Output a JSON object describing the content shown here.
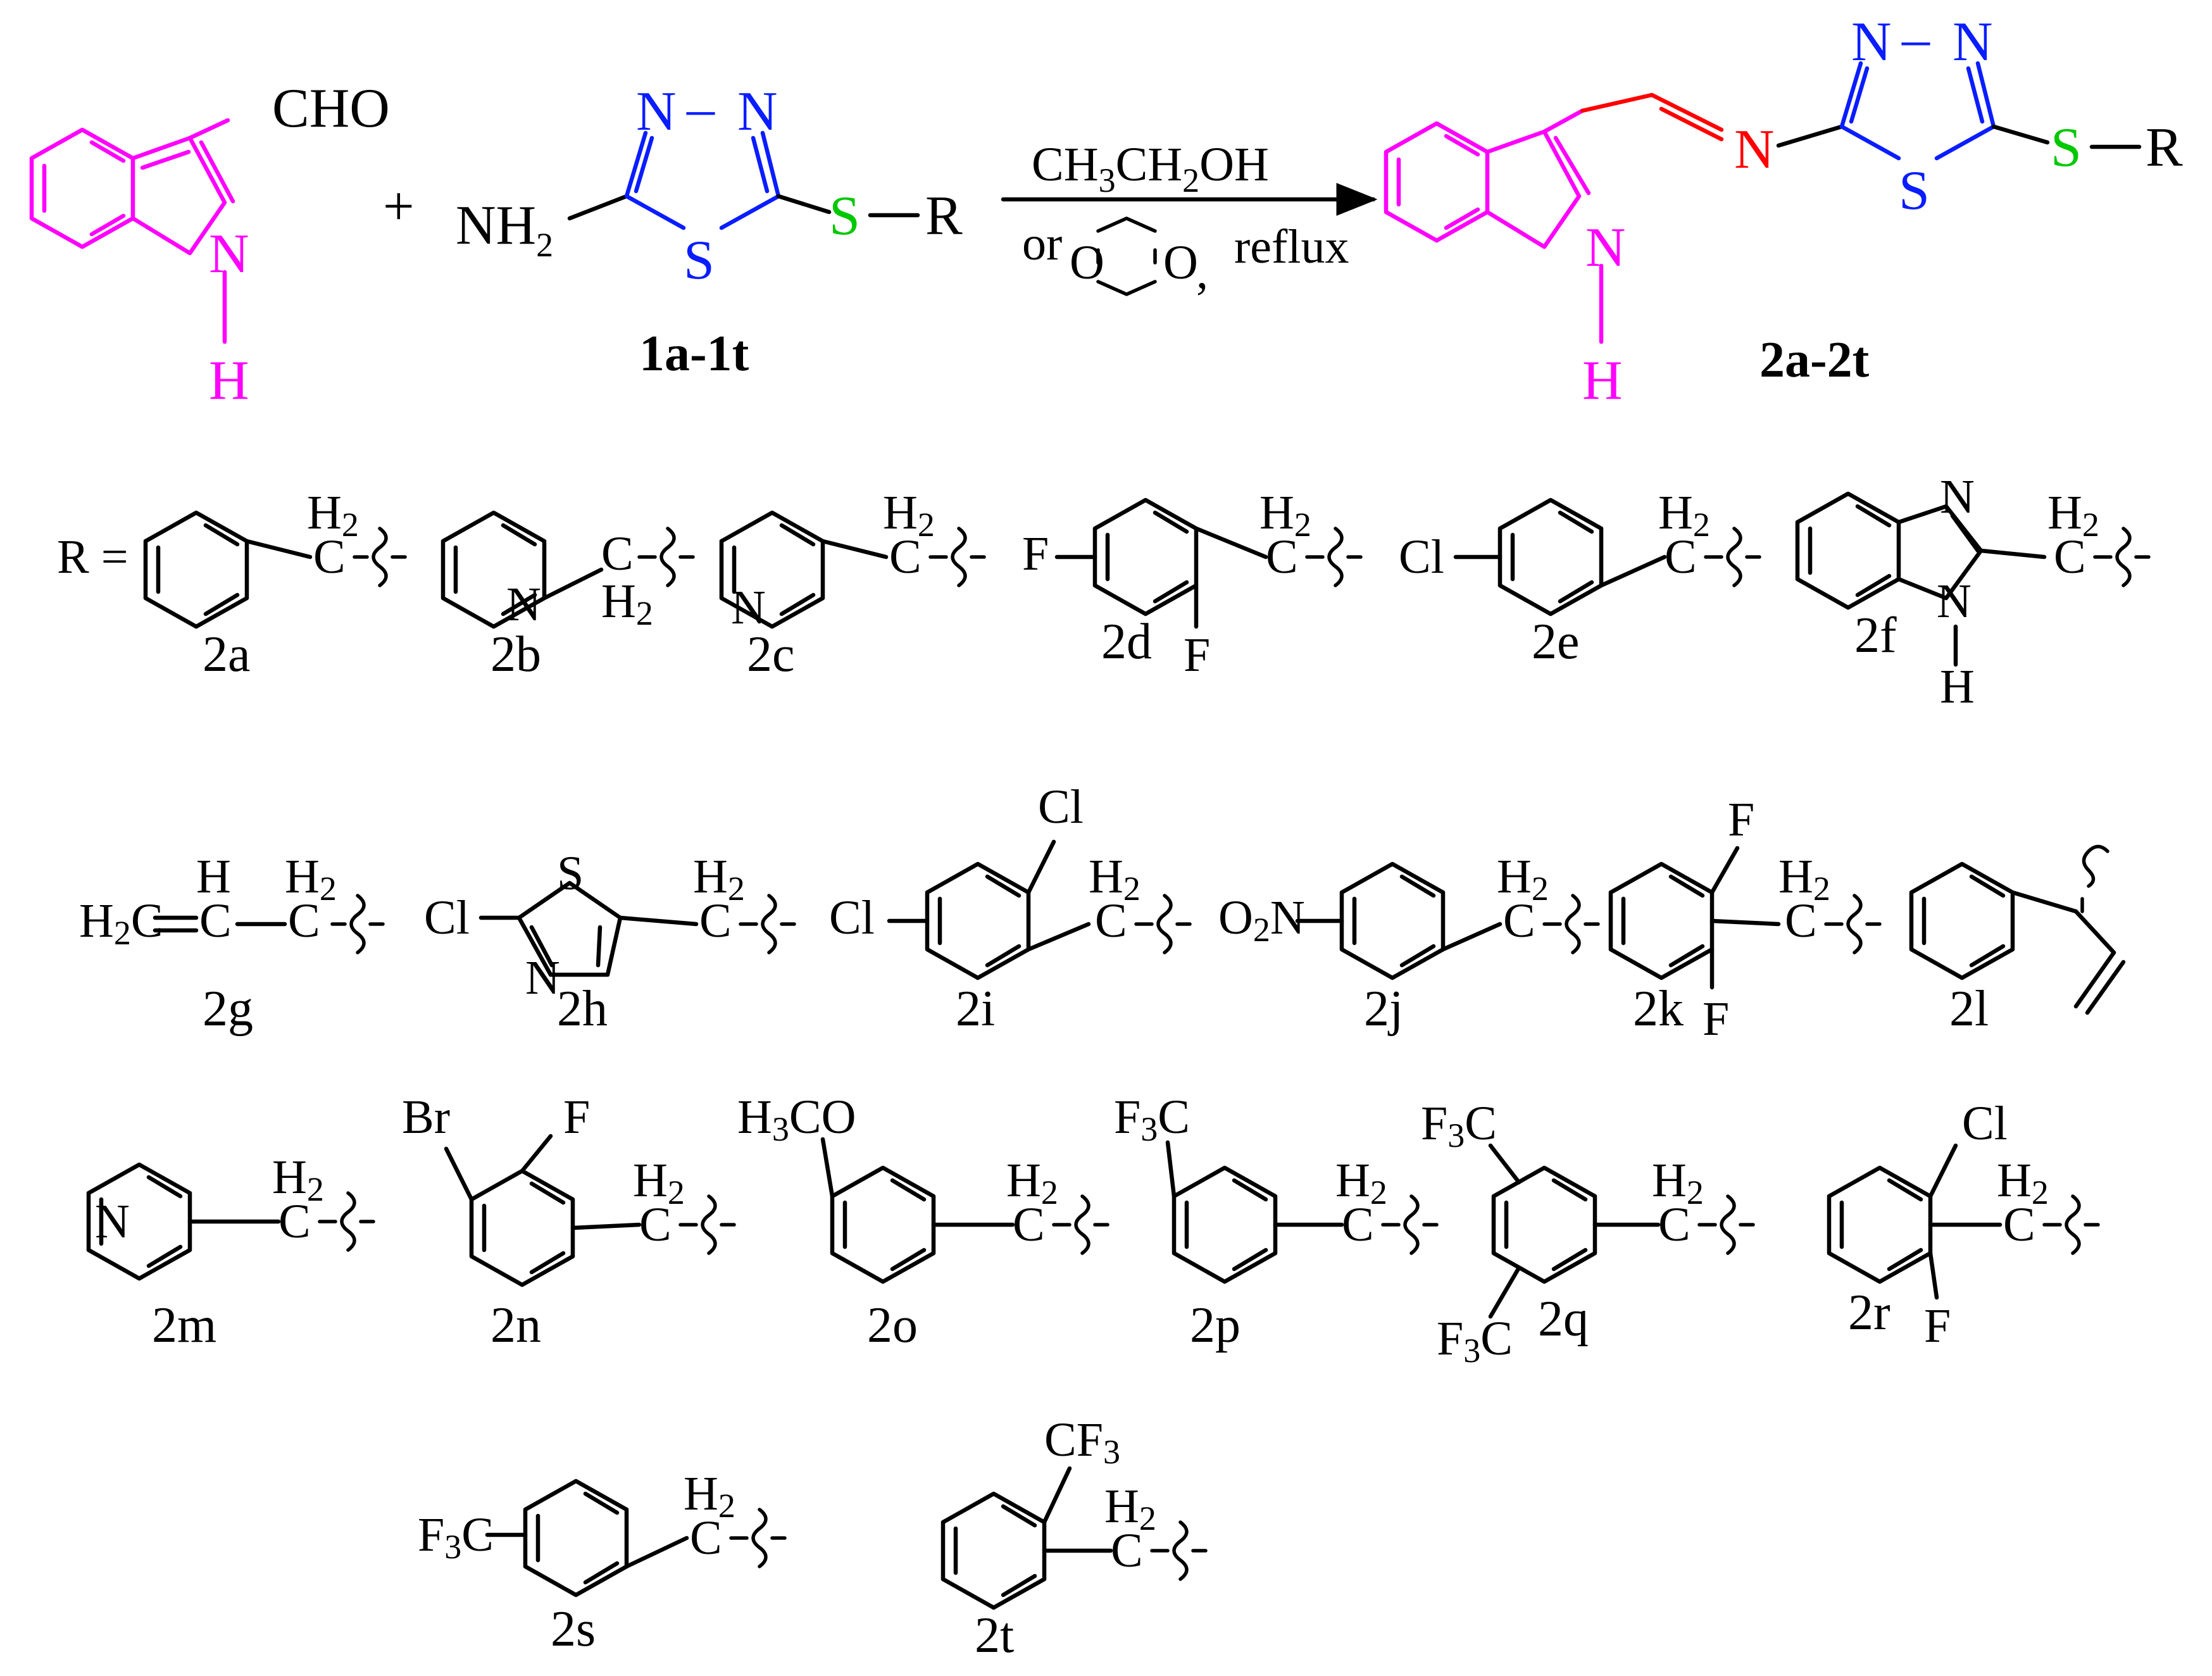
{
  "colors": {
    "indole": "#ff00ff",
    "thiadiazole": "#0a1dff",
    "imine_N": "#ff0000",
    "thioether_S": "#00c800",
    "default": "#000000"
  },
  "reaction": {
    "reactant1_cho": "CHO",
    "reactant1_n": "N",
    "reactant1_h": "H",
    "plus": "+",
    "reactant2_nh2": "NH",
    "reactant2_nh2_sub": "2",
    "reactant2_n1": "N",
    "reactant2_dash": "–",
    "reactant2_n2": "N",
    "reactant2_s_ring": "S",
    "reactant2_s_chain": "S",
    "reactant2_r": "R",
    "reactant2_label": "1a-1t",
    "conditions_top": "CH",
    "conditions_top_parts": [
      "CH",
      "3",
      "CH",
      "2",
      "OH"
    ],
    "conditions_or": "or",
    "conditions_o1": "O",
    "conditions_o2": "O",
    "conditions_comma": ",",
    "conditions_reflux": "reflux",
    "product_n_indole": "N",
    "product_h": "H",
    "product_imine_n": "N",
    "product_n1": "N",
    "product_dash": "–",
    "product_n2": "N",
    "product_s_ring": "S",
    "product_s_chain": "S",
    "product_r": "R",
    "product_label": "2a-2t"
  },
  "r_prefix": "R =",
  "substituents": [
    {
      "id": "2a",
      "label": "2a"
    },
    {
      "id": "2b",
      "label": "2b",
      "atoms": [
        "N"
      ]
    },
    {
      "id": "2c",
      "label": "2c",
      "atoms": [
        "N"
      ]
    },
    {
      "id": "2d",
      "label": "2d",
      "atoms": [
        "F",
        "F"
      ]
    },
    {
      "id": "2e",
      "label": "2e",
      "atoms": [
        "Cl"
      ]
    },
    {
      "id": "2f",
      "label": "2f",
      "atoms": [
        "N",
        "N",
        "H"
      ]
    },
    {
      "id": "2g",
      "label": "2g",
      "atoms": [
        "H2C",
        "H",
        "C"
      ]
    },
    {
      "id": "2h",
      "label": "2h",
      "atoms": [
        "Cl",
        "S",
        "N"
      ]
    },
    {
      "id": "2i",
      "label": "2i",
      "atoms": [
        "Cl",
        "Cl"
      ]
    },
    {
      "id": "2j",
      "label": "2j",
      "atoms": [
        "O2N"
      ]
    },
    {
      "id": "2k",
      "label": "2k",
      "atoms": [
        "F",
        "F"
      ]
    },
    {
      "id": "2l",
      "label": "2l"
    },
    {
      "id": "2m",
      "label": "2m",
      "atoms": [
        "N"
      ]
    },
    {
      "id": "2n",
      "label": "2n",
      "atoms": [
        "Br",
        "F"
      ]
    },
    {
      "id": "2o",
      "label": "2o",
      "atoms": [
        "H3CO"
      ]
    },
    {
      "id": "2p",
      "label": "2p",
      "atoms": [
        "F3C"
      ]
    },
    {
      "id": "2q",
      "label": "2q",
      "atoms": [
        "F3C",
        "F3C"
      ]
    },
    {
      "id": "2r",
      "label": "2r",
      "atoms": [
        "Cl",
        "F"
      ]
    },
    {
      "id": "2s",
      "label": "2s",
      "atoms": [
        "F3C"
      ]
    },
    {
      "id": "2t",
      "label": "2t",
      "atoms": [
        "CF3"
      ]
    }
  ],
  "ch2_linker": {
    "h": "H",
    "h_sub": "2",
    "c": "C"
  }
}
